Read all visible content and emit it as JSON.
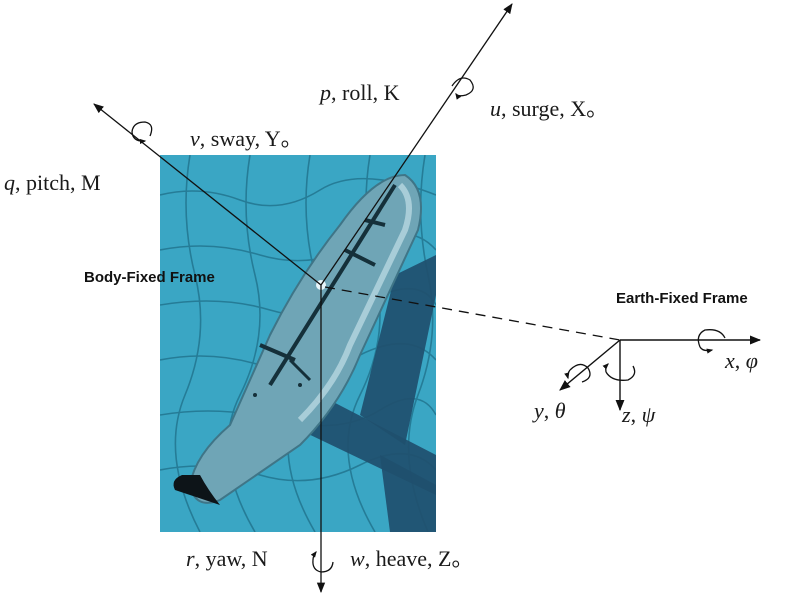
{
  "diagram": {
    "photo": {
      "subject": "underwater-vehicle-auv",
      "water_color": "#3aa6c4",
      "shadow_color": "#1f4f6e",
      "hull_color": "#7fb3c4"
    },
    "body_frame": {
      "title": "Body-Fixed Frame",
      "axes": {
        "surge": {
          "var": "u",
          "name": "surge",
          "force": "X",
          "suffix": "。"
        },
        "sway": {
          "var": "v",
          "name": "sway",
          "force": "Y",
          "suffix": "。"
        },
        "heave": {
          "var": "w",
          "name": "heave",
          "force": "Z",
          "suffix": "。"
        },
        "roll": {
          "var": "p",
          "name": "roll",
          "moment": "K"
        },
        "pitch": {
          "var": "q",
          "name": "pitch",
          "moment": "M"
        },
        "yaw": {
          "var": "r",
          "name": "yaw",
          "moment": "N"
        }
      }
    },
    "earth_frame": {
      "title": "Earth-Fixed Frame",
      "axes": {
        "x": {
          "var": "x",
          "angle": "φ"
        },
        "y": {
          "var": "y",
          "angle": "θ"
        },
        "z": {
          "var": "z",
          "angle": "ψ"
        }
      }
    },
    "separators": {
      "comma": ", "
    }
  }
}
